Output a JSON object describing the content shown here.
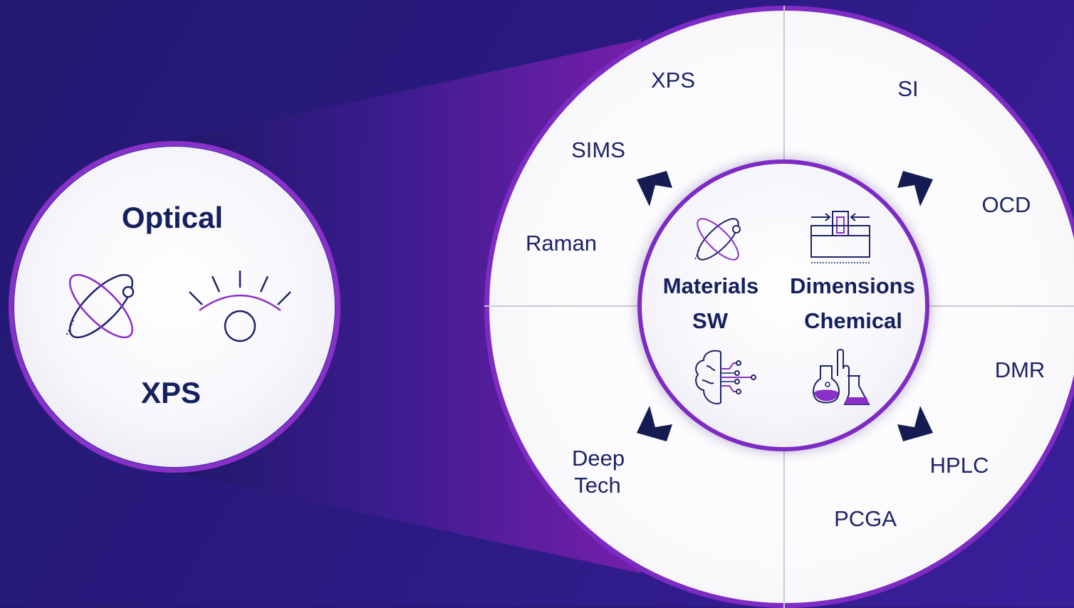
{
  "left_circle": {
    "title": "Optical",
    "subtitle": "XPS",
    "icons": [
      "atom-icon",
      "eye-icon"
    ]
  },
  "quadrants": {
    "top_left": {
      "label": "Materials",
      "icon": "atom-icon"
    },
    "top_right": {
      "label": "Dimensions",
      "icon": "measurement-icon"
    },
    "bottom_left": {
      "label": "SW",
      "icon": "brain-circuit-icon"
    },
    "bottom_right": {
      "label": "Chemical",
      "icon": "flasks-icon"
    }
  },
  "outer_labels": {
    "xps": "XPS",
    "sims": "SIMS",
    "raman": "Raman",
    "si": "SI",
    "ocd": "OCD",
    "dmr": "DMR",
    "hplc": "HPLC",
    "pcga": "PCGA",
    "deep_tech_line1": "Deep",
    "deep_tech_line2": "Tech"
  },
  "colors": {
    "background": "#2a1a80",
    "accent_purple": "#8a2fc7",
    "text_navy": "#15205e",
    "arrow_navy": "#141c52"
  }
}
